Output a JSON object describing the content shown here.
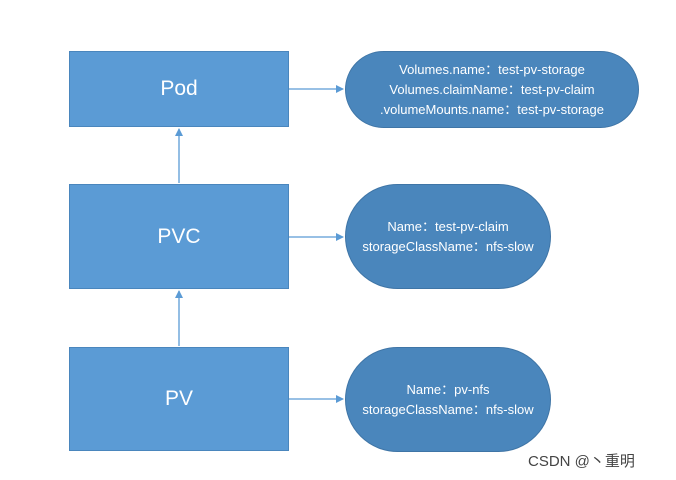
{
  "nodes": {
    "pod": {
      "label": "Pod"
    },
    "pvc": {
      "label": "PVC"
    },
    "pv": {
      "label": "PV"
    }
  },
  "details": {
    "pod": [
      "Volumes.name：test-pv-storage",
      "Volumes.claimName：test-pv-claim",
      ".volumeMounts.name：test-pv-storage"
    ],
    "pvc": [
      "Name：test-pv-claim",
      "storageClassName：nfs-slow"
    ],
    "pv": [
      "Name：pv-nfs",
      "storageClassName：nfs-slow"
    ]
  },
  "watermark": "CSDN @丶重明",
  "colors": {
    "box_fill": "#5b9bd5",
    "pill_fill": "#4a86bc",
    "arrow": "#5b9bd5"
  }
}
